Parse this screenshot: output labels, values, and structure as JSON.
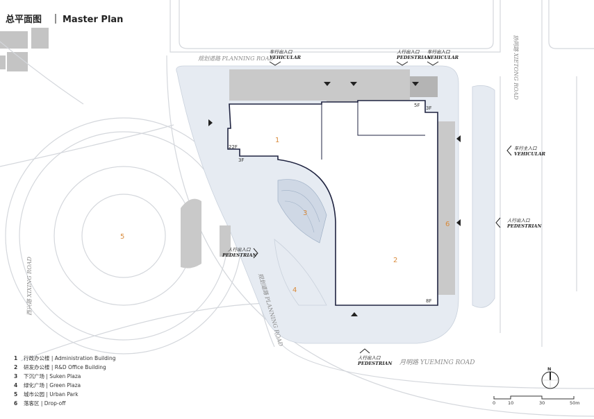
{
  "title": {
    "cn": "总平面图",
    "en": "Master Plan"
  },
  "roads": {
    "planning_top": "规划道路 PLANNING ROAD",
    "planning_diag": "规划道路 PLANNING ROAD",
    "xietong": "协同路 XIETONG ROAD",
    "xixing": "西兴路 XIXING ROAD",
    "yueming": "月明路 YUEMING ROAD"
  },
  "entrances": [
    {
      "cn": "车行出入口",
      "en": "VEHICULAR"
    },
    {
      "cn": "人行出入口",
      "en": "PEDESTRIAN"
    },
    {
      "cn": "车行出入口",
      "en": "VEHICULAR"
    },
    {
      "cn": "车行主入口",
      "en": "VEHICULAR"
    },
    {
      "cn": "人行出入口",
      "en": "PEDESTRIAN"
    },
    {
      "cn": "人行出入口",
      "en": "PEDESTRIAN"
    },
    {
      "cn": "人行出入口",
      "en": "PEDESTRIAN"
    }
  ],
  "zones": [
    "1",
    "2",
    "3",
    "4",
    "5",
    "6"
  ],
  "floors": [
    "22F",
    "3F",
    "5F",
    "3F",
    "8F"
  ],
  "legend": [
    {
      "num": "1",
      "label": "行政办公楼 | Administration Building"
    },
    {
      "num": "2",
      "label": "研发办公楼 | R&D Office Building"
    },
    {
      "num": "3",
      "label": "下沉广场 | Suken Plaza"
    },
    {
      "num": "4",
      "label": "绿化广场 | Green Plaza"
    },
    {
      "num": "5",
      "label": "城市公园 | Urban Park"
    },
    {
      "num": "6",
      "label": "落客区 | Drop-off"
    }
  ],
  "north": "N",
  "scale": [
    "0",
    "10",
    "30",
    "50m"
  ],
  "colors": {
    "accent": "#d98a3a",
    "outline": "#1f2340",
    "plaza": "#e6ebf2"
  }
}
